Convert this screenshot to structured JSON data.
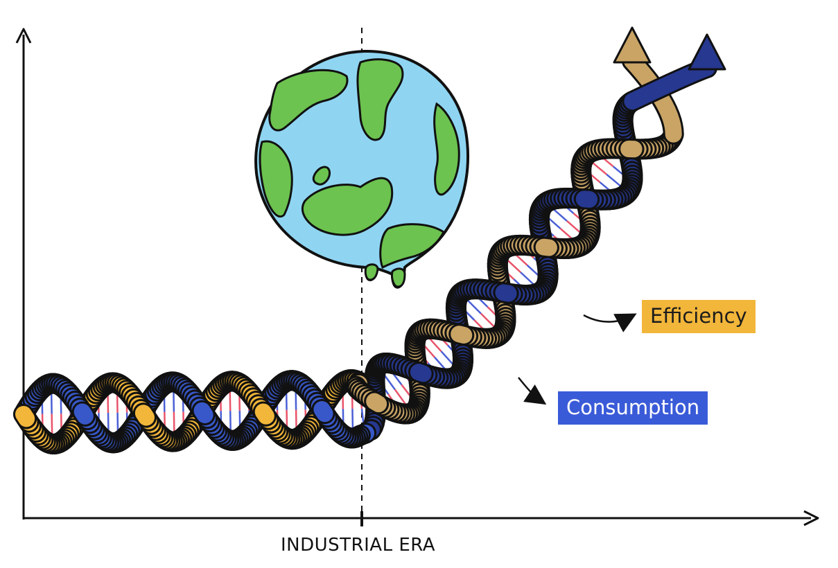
{
  "axis": {
    "x_label": "INDUSTRIAL ERA"
  },
  "labels": {
    "efficiency": "Efficiency",
    "consumption": "Consumption"
  },
  "colors": {
    "efficiency_strand": "#f2b63a",
    "efficiency_strand_later": "#c9a465",
    "consumption_strand": "#3858c9",
    "consumption_strand_later": "#26388f",
    "rung_blue": "#4a5fd6",
    "rung_red": "#e8546a",
    "earth_ocean": "#8fd5f2",
    "earth_land": "#6cc34f",
    "efficiency_badge": "#f2b63a",
    "consumption_badge": "#3a5bd8",
    "outline": "#111111"
  },
  "icons": {
    "earth": "melting-earth-icon"
  }
}
